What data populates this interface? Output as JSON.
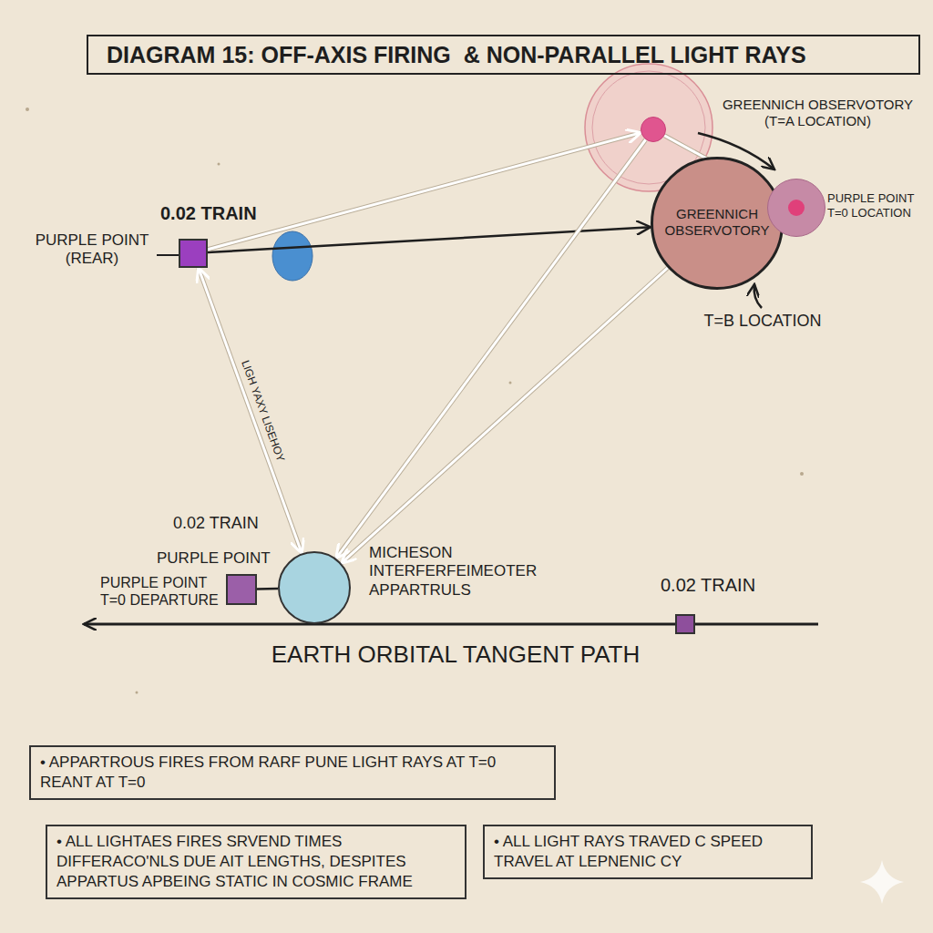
{
  "diagram": {
    "title": "DIAGRAM 15: OFF-AXIS FIRING  & NON-PARALLEL LIGHT RAYS",
    "nodes": [
      {
        "text": [
          "0.02 TRAIN",
          "PURPLE POINT (REAR)"
        ]
      },
      {
        "text": [
          "GREENNICH OBSERVOTORY (T=A LOCATION)"
        ]
      },
      {
        "text": [
          "GREENNICH OBSERVOTORY",
          "T=B LOCATION"
        ]
      },
      {
        "text": [
          "PURPLE POINT T=0 LOCATION"
        ]
      },
      {
        "text": [
          "0.02 TRAIN",
          "PURPLE POINT",
          "PURPLE POINT T=0 DEPARTURE"
        ]
      },
      {
        "text": [
          "MICHESON INTERFERFEIMEOTER APPARTRULS"
        ]
      },
      {
        "text": [
          "0.02 TRAIN"
        ]
      },
      {
        "text": [
          "• APPARTROUS FIRES FROM RARF PUNE LIGHT RAYS AT T=0 REANT AT T=0"
        ]
      },
      {
        "text": [
          "• ALL LIGHTAES FIRES SRVEND TIMES DIFFERACO'NLS DUE AIT LENGTHS, DESPITES APPARTUS APBEING STATIC IN COSMIC FRAME"
        ]
      },
      {
        "text": [
          "• ALL LIGHT RAYS TRAVED C SPEED  TRAVEL AT LEPNENIC CY"
        ]
      }
    ],
    "edges": [
      {
        "from": 0,
        "to": 2,
        "arrow": "to"
      },
      {
        "from": 0,
        "to": 1,
        "arrow": "to"
      },
      {
        "from": 1,
        "to": 3,
        "arrow": "to"
      },
      {
        "from": 5,
        "to": 0,
        "arrow": "both",
        "label": "LIGH YAXY LISEHOY"
      },
      {
        "from": 1,
        "to": 5,
        "arrow": "to"
      },
      {
        "from": 2,
        "to": 5,
        "arrow": "to"
      },
      {
        "from": 4,
        "to": 5,
        "arrow": "none"
      }
    ],
    "labels": [
      "EARTH ORBITAL TANGENT PATH"
    ]
  }
}
